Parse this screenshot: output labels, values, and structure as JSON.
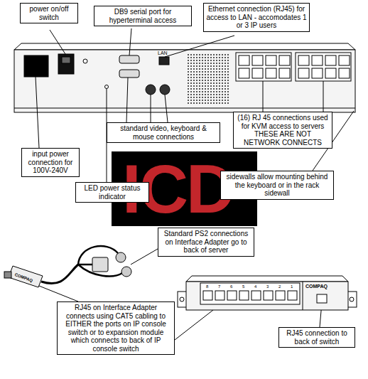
{
  "diagram": {
    "nodes": [
      {
        "text": [
          "power on/off switch"
        ]
      },
      {
        "text": [
          "DB9 serial port for hyperterminal access"
        ]
      },
      {
        "text": [
          "Ethernet connection (RJ45) for access to LAN - accomodates 1 or 3 IP users"
        ]
      },
      {
        "text": [
          "standard video, keyboard & mouse connections"
        ]
      },
      {
        "text": [
          "(16) RJ 45 connections used for KVM access to servers THESE ARE NOT NETWORK CONNECTS"
        ]
      },
      {
        "text": [
          "input power connection for 100V-240V"
        ]
      },
      {
        "text": [
          "LED power status indicator"
        ]
      },
      {
        "text": [
          "sidewalls allow mounting behind the keyboard or in the rack sidewall"
        ]
      },
      {
        "text": [
          "Standard PS2 connections on Interface Adapter go to back of server"
        ]
      },
      {
        "text": [
          "RJ45 on Interface Adapter connects using CAT5 cabling to EITHER the ports on IP console switch or to expansion module which connects to back of IP console switch"
        ]
      },
      {
        "text": [
          "RJ45 connection to back of switch"
        ]
      }
    ],
    "labels": [
      "LAN",
      "COMPAQ",
      "8",
      "7",
      "6",
      "5",
      "4",
      "3",
      "2",
      "1",
      "COMPAQ",
      "ICD"
    ]
  }
}
